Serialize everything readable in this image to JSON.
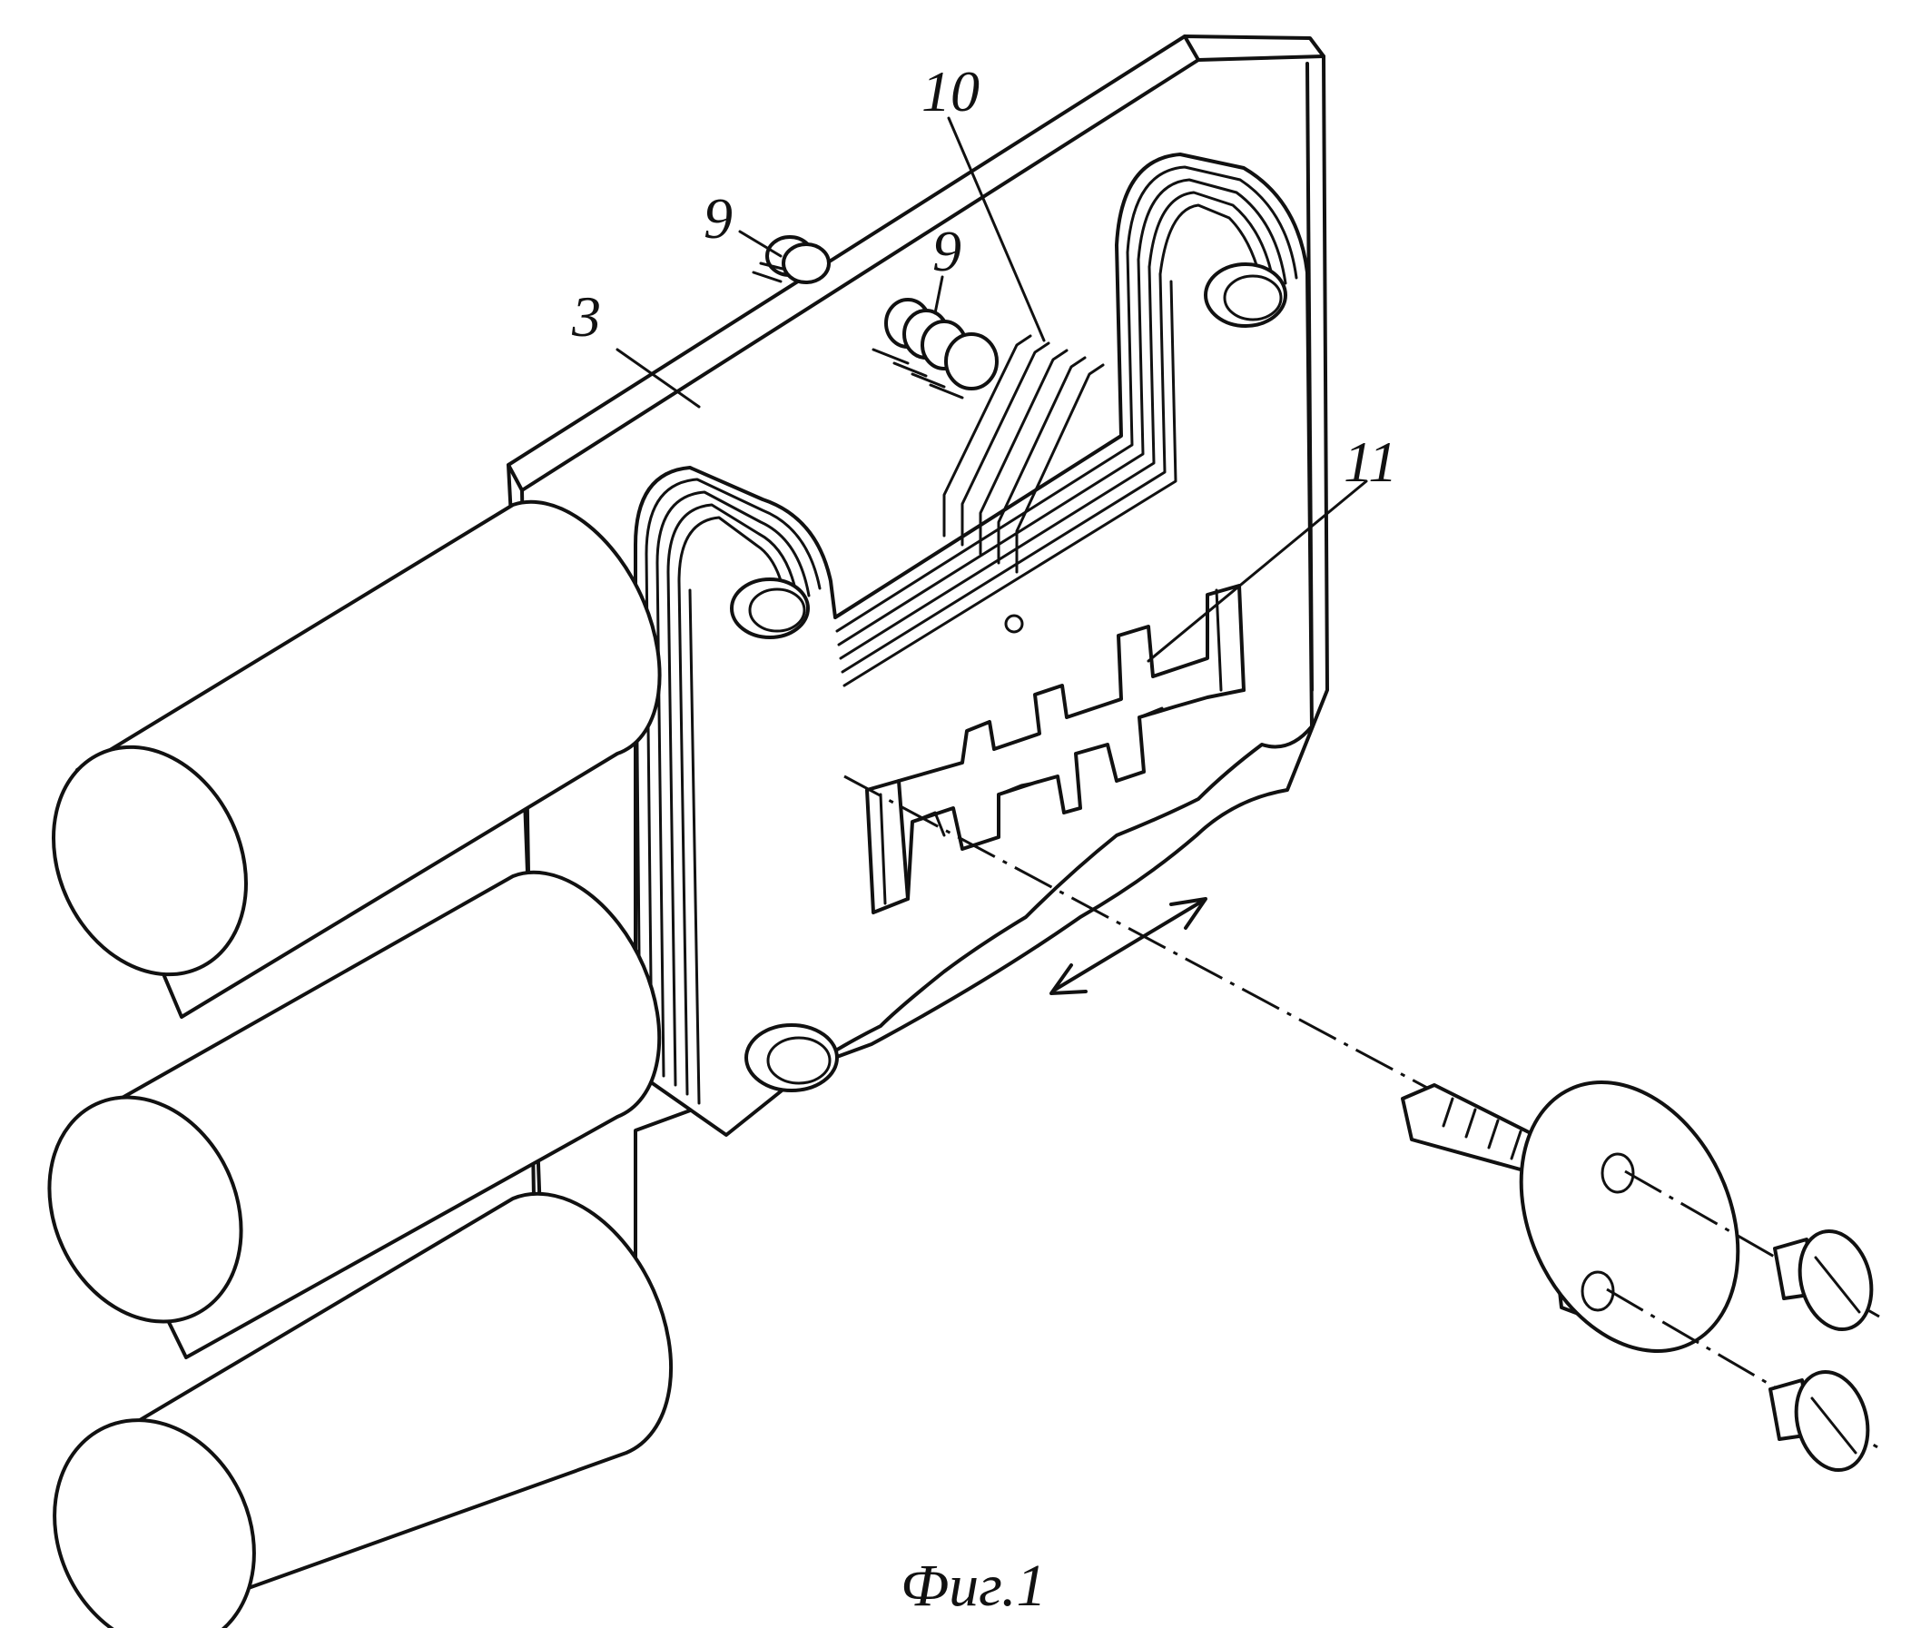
{
  "labels": {
    "label_3": "3",
    "label_9a": "9",
    "label_9b": "9",
    "label_10": "10",
    "label_11": "11"
  },
  "caption": "Фиг.1"
}
